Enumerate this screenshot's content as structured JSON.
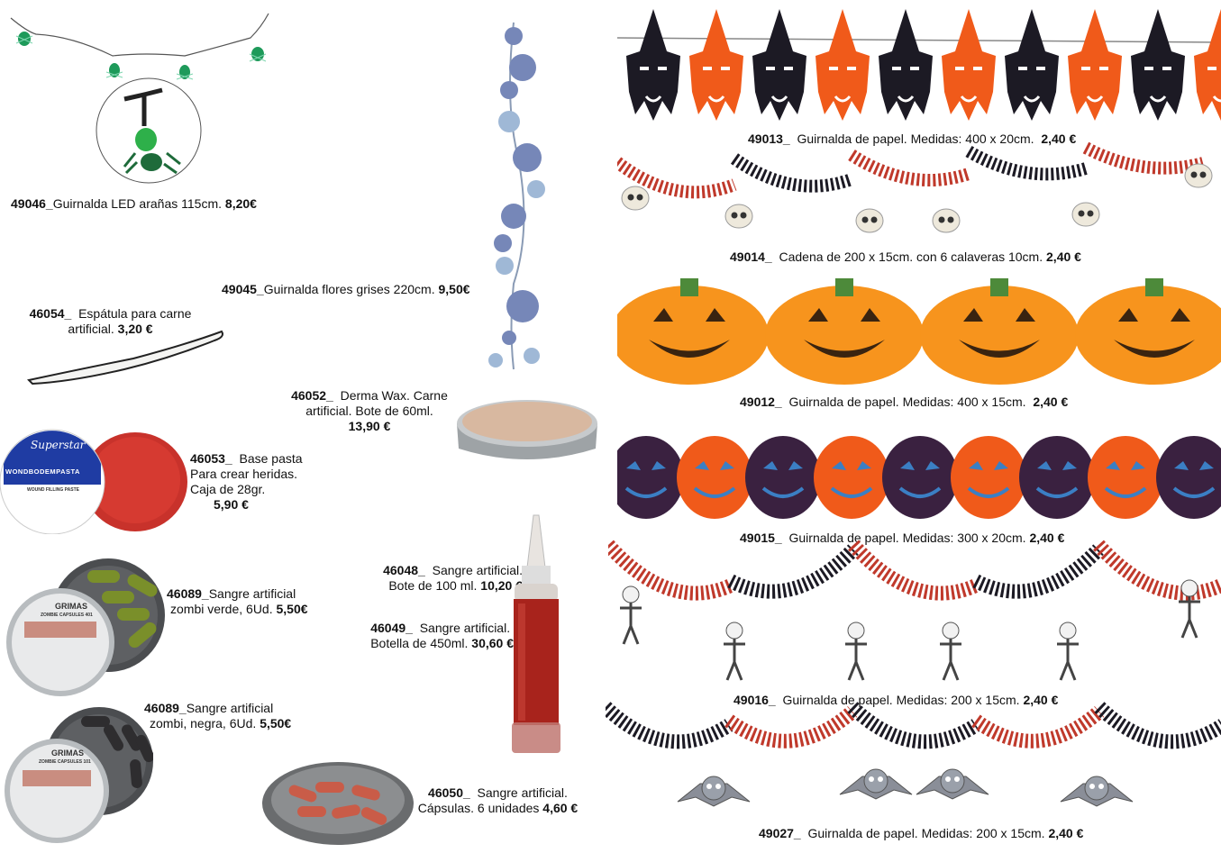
{
  "catalog": {
    "products": {
      "p49046": {
        "code": "49046_",
        "desc": "Guirnalda LED arañas 115cm.",
        "price": "8,20€",
        "image": "spider-led-garland"
      },
      "p49045": {
        "code": "49045_",
        "desc": "Guirnalda flores grises 220cm.",
        "price": "9,50€",
        "image": "grey-flower-garland"
      },
      "p46054": {
        "code": "46054_",
        "desc_line1": "Espátula para carne",
        "desc_line2": "artificial.",
        "price": "3,20 €",
        "image": "spatula"
      },
      "p46052": {
        "code": "46052_",
        "desc_line1": "Derma Wax. Carne",
        "desc_line2": "artificial.  Bote de 60ml.",
        "price": "13,90 €",
        "image": "derma-wax-jar"
      },
      "p46053": {
        "code": "46053_",
        "desc_line1": "Base pasta",
        "desc_line2": "Para crear heridas.",
        "desc_line3": "Caja de 28gr.",
        "price": "5,90 €",
        "image": "wound-paste",
        "label_brand": "Superstar",
        "label_title": "WONDBODEMPASTA",
        "label_sub": "WOUND FILLING PASTE"
      },
      "p46089a": {
        "code": "46089_",
        "desc_line1": "Sangre artificial",
        "desc_line2": "zombi verde, 6Ud.",
        "price": "5,50€",
        "image": "zombie-capsules-green",
        "label_brand": "GRIMAS",
        "label_title": "ZOMBIE CAPSULES 401"
      },
      "p46089b": {
        "code": "46089_",
        "desc_line1": "Sangre artificial",
        "desc_line2": "zombi, negra, 6Ud.",
        "price": "5,50€",
        "image": "zombie-capsules-black",
        "label_brand": "GRIMAS",
        "label_title": "ZOMBIE CAPSULES 101"
      },
      "p46048": {
        "code": "46048_",
        "desc_line1": "Sangre artificial.",
        "desc_line2": "Bote  de  100  ml.",
        "price": "10,20 €"
      },
      "p46049": {
        "code": "46049_",
        "desc_line1": "Sangre artificial.",
        "desc_line2": "Botella  de  450ml.",
        "price": "30,60 €",
        "image": "blood-bottle"
      },
      "p46050": {
        "code": "46050_",
        "desc_line1": "Sangre artificial.",
        "desc_line2": "Cápsulas. 6 unidades",
        "price": "4,60 €",
        "image": "blood-capsules-dish"
      },
      "p49013": {
        "code": "49013_",
        "desc": "Guirnalda de papel. Medidas: 400 x 20cm.",
        "price": "2,40 €",
        "image": "witch-paper-garland"
      },
      "p49014": {
        "code": "49014_",
        "desc": "Cadena de 200 x 15cm. con 6 calaveras 10cm.",
        "price": "2,40 €",
        "image": "skull-chain"
      },
      "p49012": {
        "code": "49012_",
        "desc": "Guirnalda de papel. Medidas: 400 x 15cm.",
        "price": "2,40 €",
        "image": "pumpkin-paper-garland"
      },
      "p49015": {
        "code": "49015_",
        "desc": "Guirnalda de papel. Medidas: 300 x 20cm.",
        "price": "2,40 €",
        "image": "pumpkin-purple-garland"
      },
      "p49016": {
        "code": "49016_",
        "desc": "Guirnalda de papel. Medidas: 200 x 15cm.",
        "price": "2,40 €",
        "image": "skeleton-chain"
      },
      "p49027": {
        "code": "49027_",
        "desc": "Guirnalda de papel. Medidas: 200 x 15cm.",
        "price": "2,40 €",
        "image": "bat-chain"
      }
    },
    "colors": {
      "orange": "#f05a1a",
      "black": "#1c1a24",
      "pumpkin": "#f7941d",
      "purple": "#3a2140",
      "blood": "#b3261e",
      "green": "#1e9a5a"
    }
  }
}
